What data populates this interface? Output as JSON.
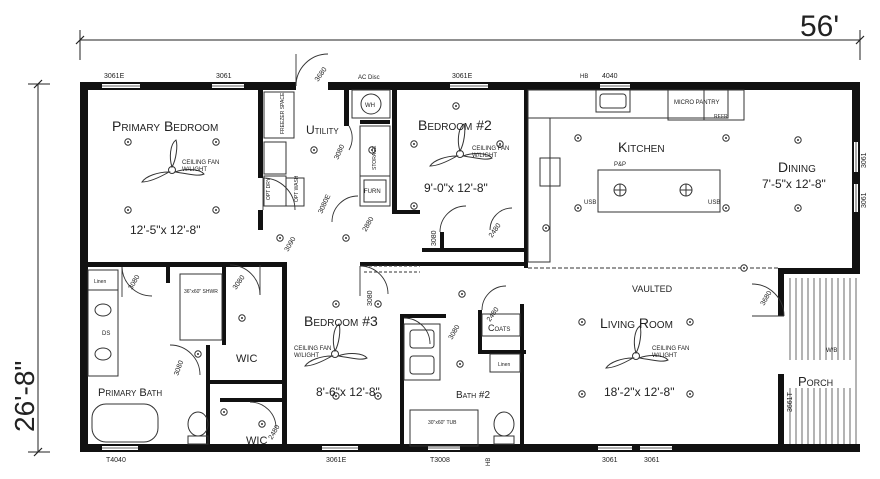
{
  "overall": {
    "width": "56'",
    "depth": "26'-8\""
  },
  "rooms": {
    "primary_bedroom": {
      "name": "Primary Bedroom",
      "size": "12'-5\"x 12'-8\""
    },
    "utility": {
      "name": "Utility"
    },
    "bedroom2": {
      "name": "Bedroom #2",
      "size": "9'-0\"x 12'-8\""
    },
    "kitchen": {
      "name": "Kitchen"
    },
    "dining": {
      "name": "Dining",
      "size": "7'-5\"x 12'-8\""
    },
    "primary_bath": {
      "name": "Primary Bath"
    },
    "wic1": {
      "name": "WIC"
    },
    "wic2": {
      "name": "WIC"
    },
    "bedroom3": {
      "name": "Bedroom #3",
      "size": "8'-6\"x 12'-8\""
    },
    "bath2": {
      "name": "Bath #2"
    },
    "coats": {
      "name": "Coats"
    },
    "living_room": {
      "name": "Living Room",
      "size": "18'-2\"x 12'-8\""
    },
    "vaulted": {
      "text": "VAULTED"
    },
    "porch": {
      "name": "Porch"
    }
  },
  "fans": {
    "primary": "CEILING FAN\nW/LIGHT",
    "bed2": "CEILING FAN\nW/LIGHT",
    "bed3": "CEILING FAN\nW/LIGHT",
    "living": "CEILING FAN\nW/LIGHT"
  },
  "fixtures": {
    "ac_disc": "AC Disc",
    "wh": "WH",
    "freezer": "FREEZER SPACE",
    "storage": "STORAGE",
    "furn": "FURN",
    "washer": "OPT WASH",
    "dryer": "OPT DRY",
    "micro_pantry": "MICRO PANTRY",
    "refr": "REFR",
    "pp": "P&P",
    "usb_left": "USB",
    "usb_right": "USB",
    "shower": "36\"x60\" SHWR",
    "ds": "DS",
    "linen_primary": "Linen",
    "linen_bath2": "Linen",
    "tub": "30\"x60\" TUB",
    "wb": "W/B",
    "hb_top": "HB",
    "hb_bottom": "HB"
  },
  "windows": {
    "top_1": "3061E",
    "top_2": "3061",
    "top_3": "3061E",
    "top_4": "4040",
    "dining_1": "3061",
    "dining_2": "3061",
    "bottom_1": "T4040",
    "bottom_2": "3061E",
    "bottom_3": "T3008",
    "bottom_4": "3061",
    "bottom_5": "3061",
    "porch": "3661T"
  },
  "doors": {
    "utility_ext": "3680",
    "utility_in": "3080",
    "storage": "3080E",
    "furn": "2880",
    "primary_bed": "3090",
    "bed2_a": "3080",
    "bed2_b": "2480",
    "primary_bath": "3080",
    "wic_a": "3080",
    "bath_wic": "3080",
    "wic2": "2480",
    "bed3": "3080",
    "bath2": "3080",
    "coats": "2480",
    "front": "3680"
  }
}
